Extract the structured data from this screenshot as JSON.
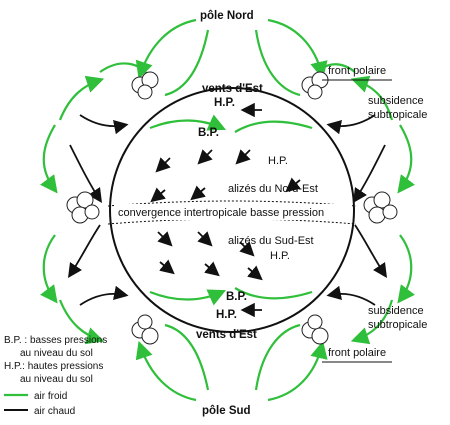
{
  "labels": {
    "north_pole": "pôle Nord",
    "south_pole": "pôle Sud",
    "polar_front_top": "front polaire",
    "polar_front_bottom": "front polaire",
    "subsidence_top_1": "subsidence",
    "subsidence_top_2": "subtropicale",
    "subsidence_bottom_1": "subsidence",
    "subsidence_bottom_2": "subtropicale",
    "east_winds_top": "vents d'Est",
    "east_winds_bottom": "vents d'Est",
    "hp_top": "H.P.",
    "bp_top": "B.P.",
    "hp_north_mid": "H.P.",
    "trade_winds_ne": "alizés du Nord-Est",
    "itcz": "convergence intertropicale basse pression",
    "trade_winds_se": "alizés du Sud-Est",
    "hp_south_mid": "H.P.",
    "bp_bottom": "B.P.",
    "hp_bottom": "H.P."
  },
  "legend": {
    "bp_line1": "B.P. : basses pressions",
    "bp_line2": "au niveau du sol",
    "hp_line1": "H.P.: hautes pressions",
    "hp_line2": "au niveau du sol",
    "cold_air": "air froid",
    "warm_air": "air chaud"
  },
  "colors": {
    "cold_air": "#2fbf3a",
    "warm_air": "#111111"
  }
}
